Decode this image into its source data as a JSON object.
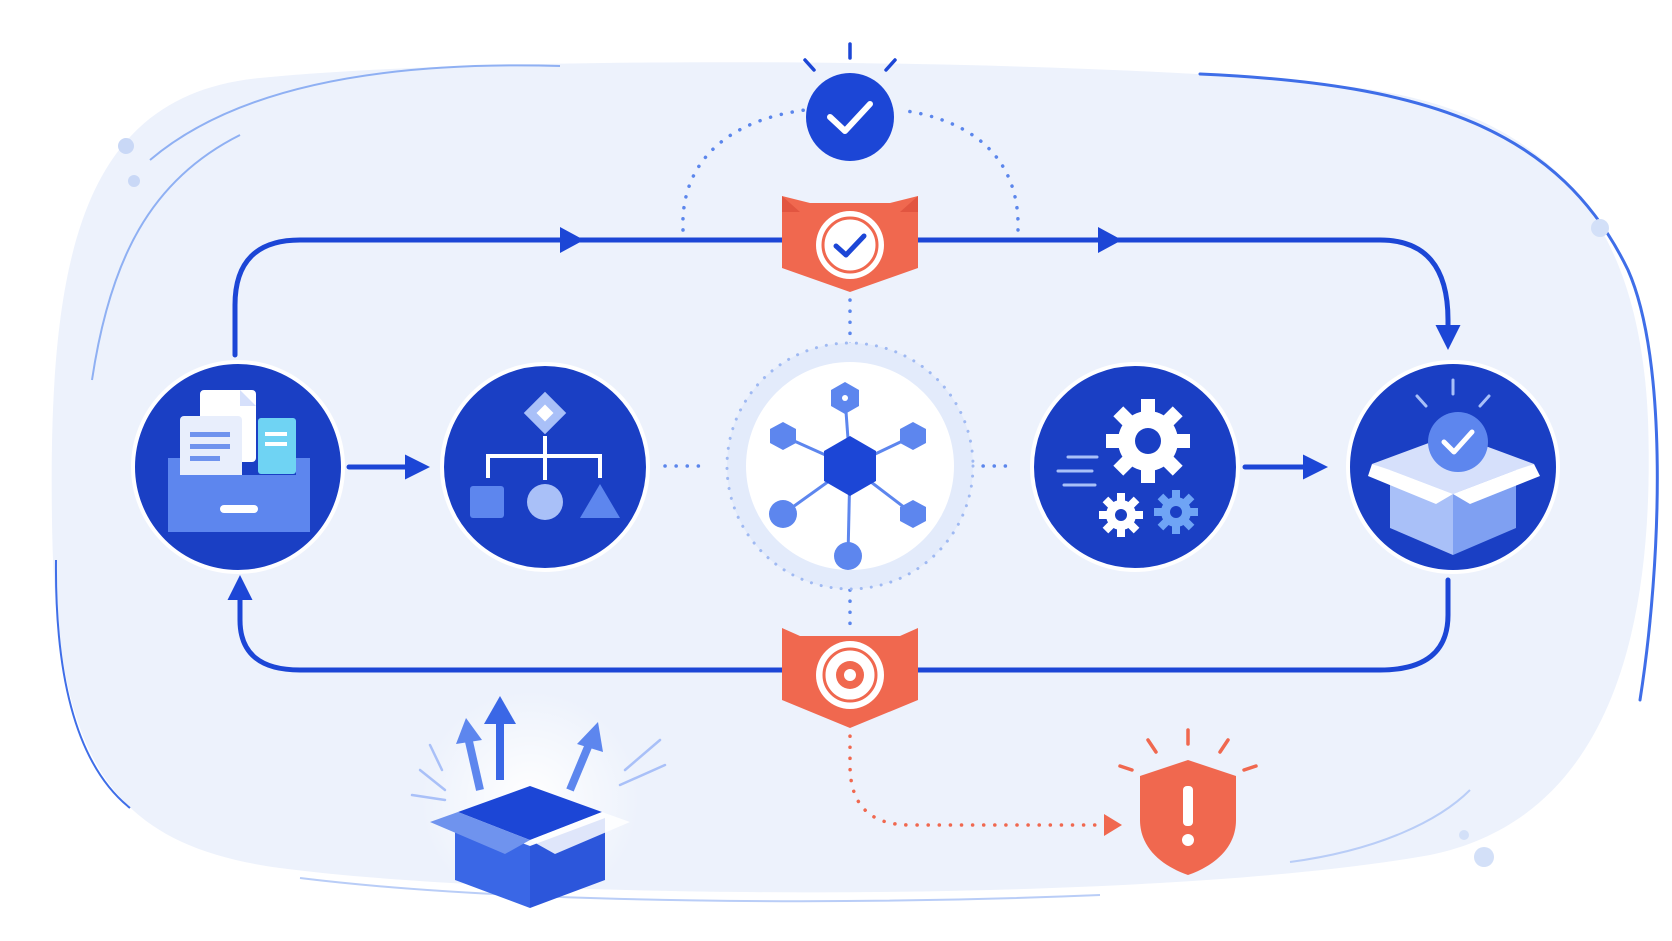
{
  "diagram": {
    "colors": {
      "background_blob": "#edf2fc",
      "blob_outline": "#3f6ee8",
      "primary_blue": "#1c46d6",
      "node_dark": "#1a3fc4",
      "node_light": "#5d86ee",
      "node_pale": "#a9c0f8",
      "accent_cyan": "#6fd3f3",
      "alert_coral": "#f0684f",
      "white": "#ffffff"
    },
    "nodes": [
      {
        "id": "intake",
        "icon": "document-inbox-icon"
      },
      {
        "id": "routing",
        "icon": "decision-flowchart-icon"
      },
      {
        "id": "hub",
        "icon": "hexagon-network-icon"
      },
      {
        "id": "processing",
        "icon": "gears-icon"
      },
      {
        "id": "delivery",
        "icon": "verified-package-icon"
      }
    ],
    "checkpoints": [
      {
        "id": "top-gate",
        "icon": "check-badge-icon"
      },
      {
        "id": "bottom-gate",
        "icon": "inspection-target-icon"
      },
      {
        "id": "approval",
        "icon": "approval-check-icon"
      }
    ],
    "extras": [
      {
        "id": "release",
        "icon": "open-box-release-icon"
      },
      {
        "id": "alert",
        "icon": "warning-shield-icon"
      }
    ]
  }
}
